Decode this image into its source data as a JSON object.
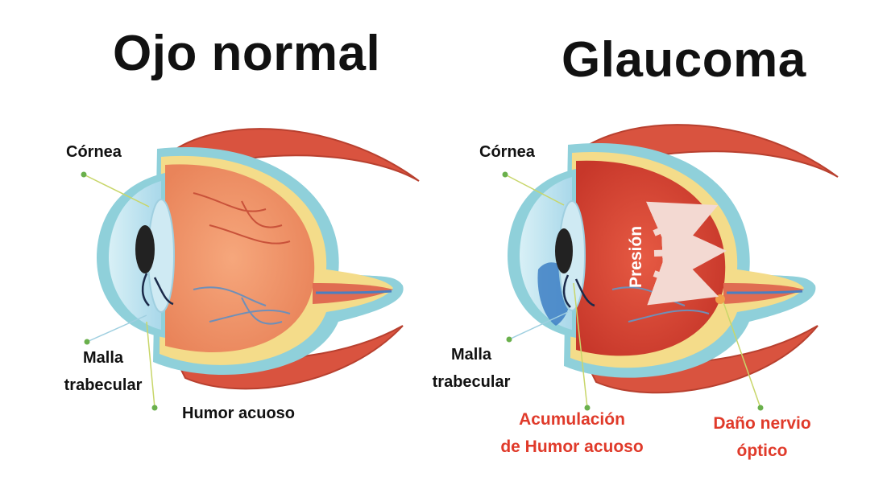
{
  "diagram": {
    "left": {
      "title": "Ojo normal",
      "labels": {
        "cornea": "Córnea",
        "malla_1": "Malla",
        "malla_2": "trabecular",
        "humor": "Humor acuoso"
      }
    },
    "right": {
      "title": "Glaucoma",
      "labels": {
        "cornea": "Córnea",
        "malla_1": "Malla",
        "malla_2": "trabecular",
        "acumulacion_1": "Acumulación",
        "acumulacion_2": "de Humor acuoso",
        "dano_1": "Daño nervio",
        "dano_2": "óptico",
        "presion": "Presión"
      }
    },
    "colors": {
      "text": "#111111",
      "alert_text": "#e03a2a",
      "marker_dot": "#6ab04c",
      "muscle": "#d9533f",
      "sclera_outline": "#8fd0da",
      "retina_yellow": "#f4dc8a",
      "eye_interior_normal": "#f0986a",
      "eye_interior_glaucoma": "#d9432f",
      "cornea_blue": "#bfe3ef",
      "pupil": "#222222"
    }
  }
}
